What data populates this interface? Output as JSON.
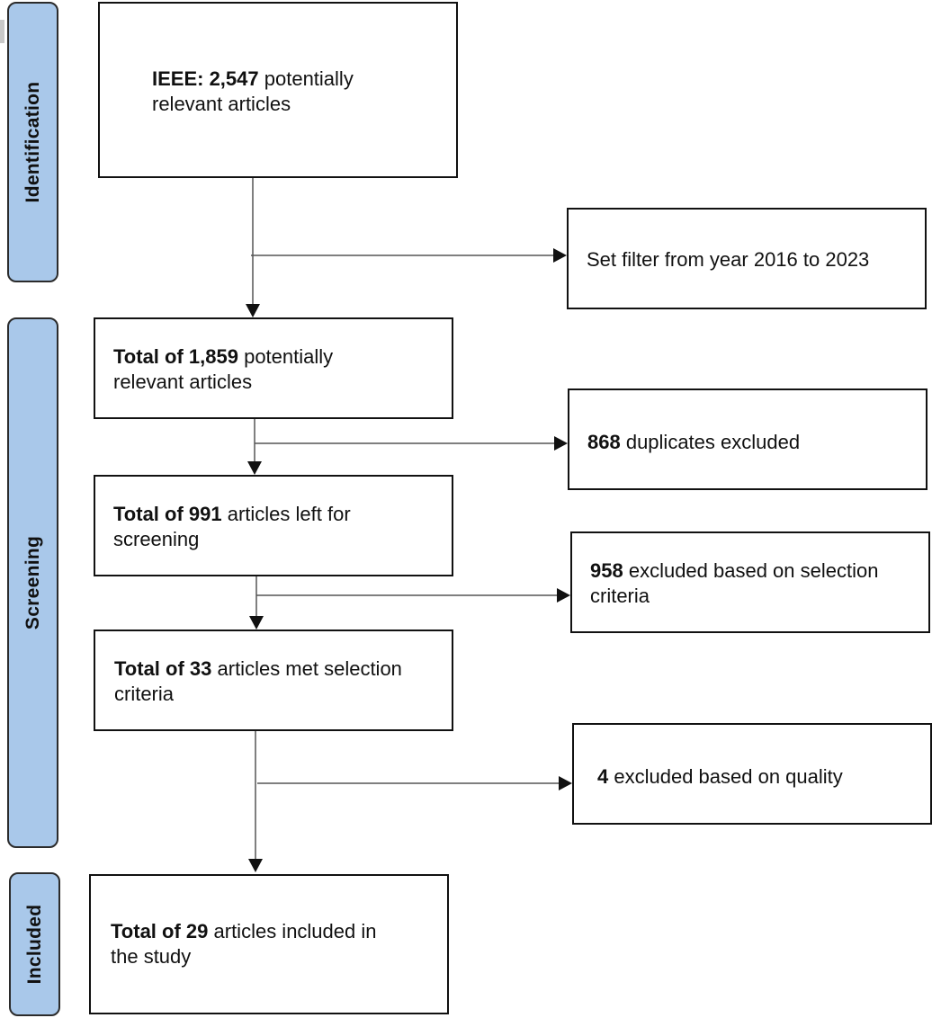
{
  "stages": {
    "identification": "Identification",
    "screening": "Screening",
    "included": "Included"
  },
  "boxes": {
    "ieee": {
      "bold": "IEEE: 2,547",
      "rest": " potentially",
      "line2": "relevant articles"
    },
    "total_1859": {
      "bold": "Total of 1,859",
      "rest": " potentially",
      "line2": "relevant articles"
    },
    "total_991": {
      "bold": "Total of 991",
      "rest": " articles left for",
      "line2": "screening"
    },
    "total_33": {
      "bold": "Total of 33",
      "rest": " articles met selection",
      "line2": "criteria"
    },
    "total_29": {
      "bold": "Total of 29",
      "rest": " articles included in",
      "line2": "the study"
    }
  },
  "exclusions": {
    "year_filter": {
      "text": "Set filter from year 2016 to 2023"
    },
    "duplicates": {
      "bold": "868",
      "rest": " duplicates excluded"
    },
    "selection": {
      "bold": "958",
      "rest": " excluded based on selection",
      "line2": "criteria"
    },
    "quality": {
      "bold": "4",
      "rest": " excluded based on quality"
    }
  },
  "colors": {
    "stage_fill": "#a9c8ea",
    "stage_border": "#2b2b2b",
    "box_border": "#111111",
    "arrow": "#111111",
    "connector_line": "#555555"
  }
}
